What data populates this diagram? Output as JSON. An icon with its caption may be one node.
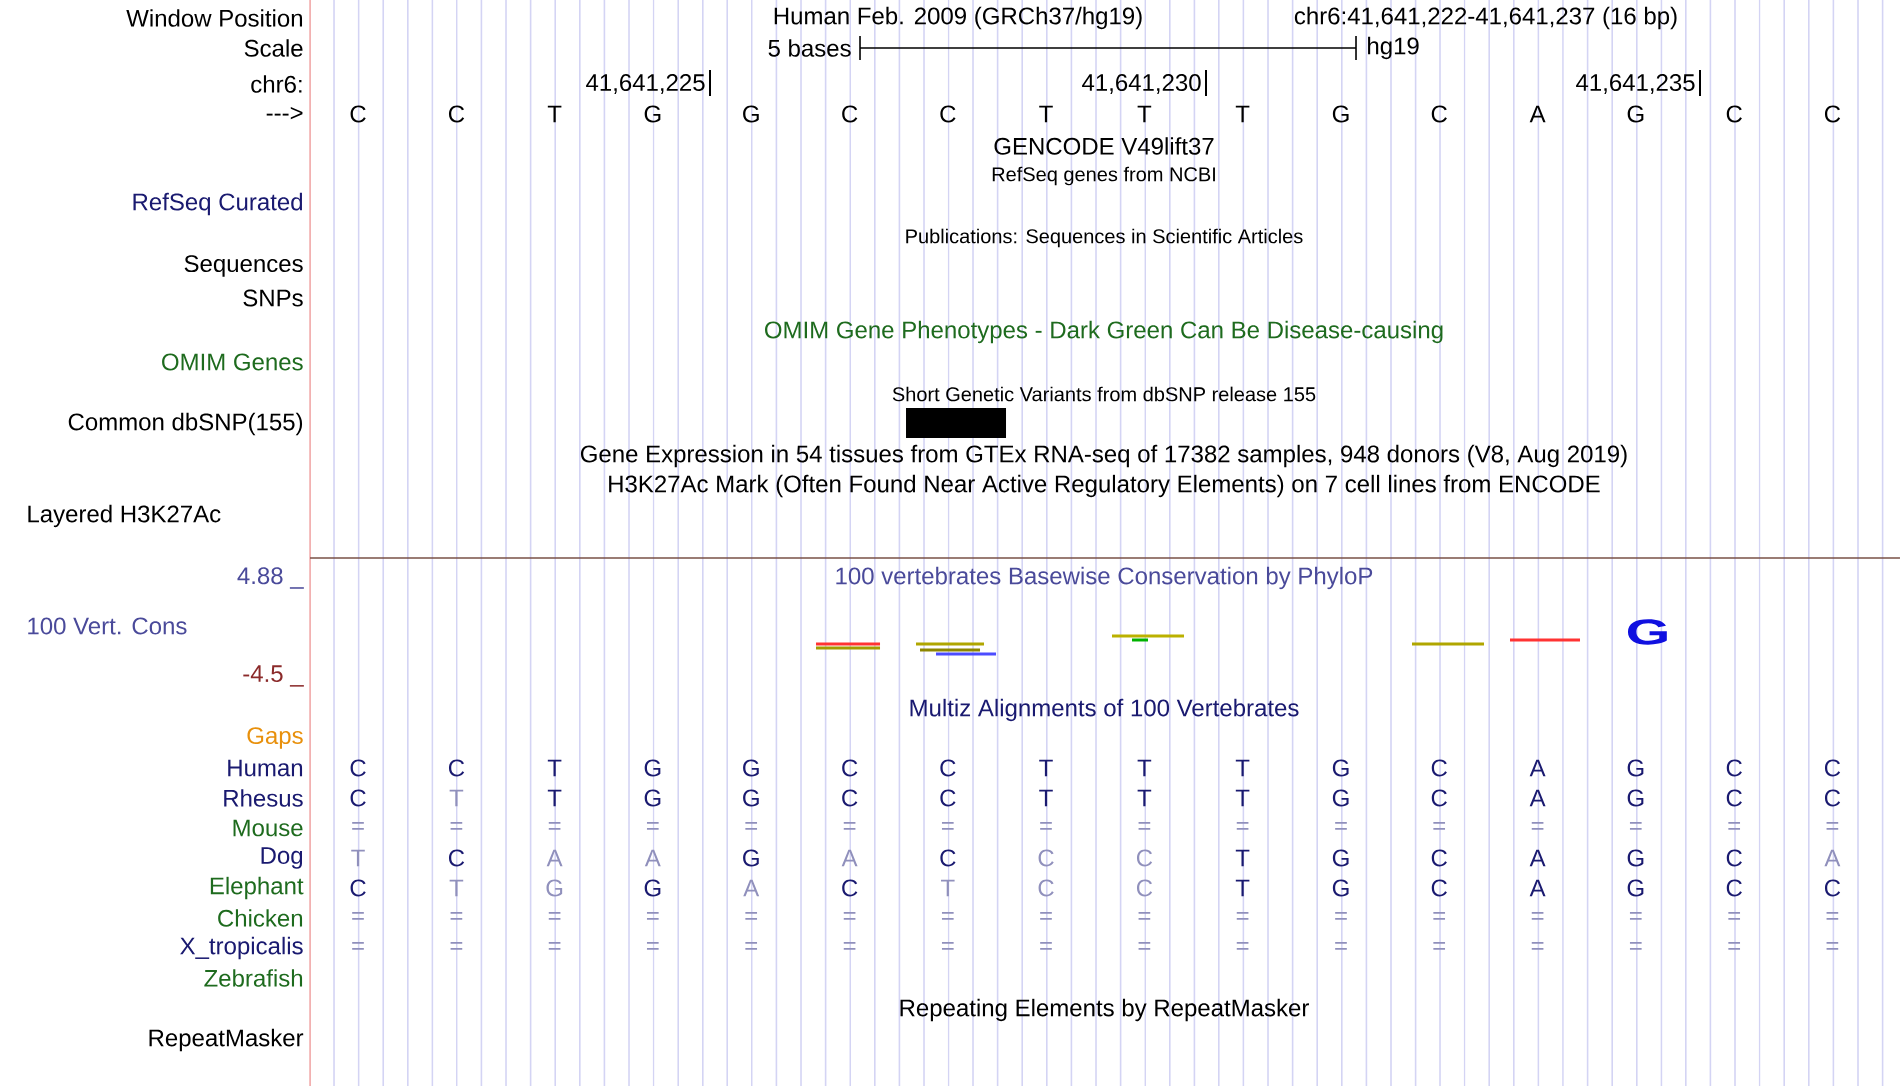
{
  "diagram": {
    "labels": [
      "Window Position",
      "Human Feb. 2009 (GRCh37/hg19)",
      "chr6:41,641,222-41,641,237 (16 bp)",
      "Scale",
      "5 bases",
      "hg19",
      "chr6:",
      "41,641,225",
      "41,641,230",
      "41,641,235",
      "--->",
      "C",
      "C",
      "T",
      "G",
      "G",
      "C",
      "C",
      "T",
      "T",
      "T",
      "G",
      "C",
      "A",
      "G",
      "C",
      "C",
      "GENCODE V49lift37",
      "RefSeq genes from NCBI",
      "RefSeq Curated",
      "Publications: Sequences in Scientific Articles",
      "Sequences",
      "SNPs",
      "OMIM Gene Phenotypes - Dark Green Can Be Disease-causing",
      "OMIM Genes",
      "Short Genetic Variants from dbSNP release 155",
      "Common dbSNP(155)",
      "Gene Expression in 54 tissues from GTEx RNA-seq of 17382 samples, 948 donors (V8, Aug 2019)",
      "H3K27Ac Mark (Often Found Near Active Regulatory Elements) on 7 cell lines from ENCODE",
      "Layered H3K27Ac",
      "4.88 _",
      "100 vertebrates Basewise Conservation by PhyloP",
      "100 Vert. Cons",
      "G",
      "-4.5 _",
      "Multiz Alignments of 100 Vertebrates",
      "Gaps",
      "Human",
      "C",
      "C",
      "T",
      "G",
      "G",
      "C",
      "C",
      "T",
      "T",
      "T",
      "G",
      "C",
      "A",
      "G",
      "C",
      "C",
      "Rhesus",
      "C",
      "T",
      "T",
      "G",
      "G",
      "C",
      "C",
      "T",
      "T",
      "T",
      "G",
      "C",
      "A",
      "G",
      "C",
      "C",
      "Mouse",
      "=",
      "=",
      "=",
      "=",
      "=",
      "=",
      "=",
      "=",
      "=",
      "=",
      "=",
      "=",
      "=",
      "=",
      "=",
      "=",
      "Dog",
      "T",
      "C",
      "A",
      "A",
      "G",
      "A",
      "C",
      "C",
      "C",
      "T",
      "G",
      "C",
      "A",
      "G",
      "C",
      "A",
      "Elephant",
      "C",
      "T",
      "G",
      "G",
      "A",
      "C",
      "T",
      "C",
      "C",
      "T",
      "G",
      "C",
      "A",
      "G",
      "C",
      "C",
      "Chicken",
      "=",
      "=",
      "=",
      "=",
      "=",
      "=",
      "=",
      "=",
      "=",
      "=",
      "=",
      "=",
      "=",
      "=",
      "=",
      "=",
      "X_tropicalis",
      "=",
      "=",
      "=",
      "=",
      "=",
      "=",
      "=",
      "=",
      "=",
      "=",
      "=",
      "=",
      "=",
      "=",
      "=",
      "=",
      "Zebrafish",
      "Repeating Elements by RepeatMasker",
      "RepeatMasker"
    ]
  }
}
